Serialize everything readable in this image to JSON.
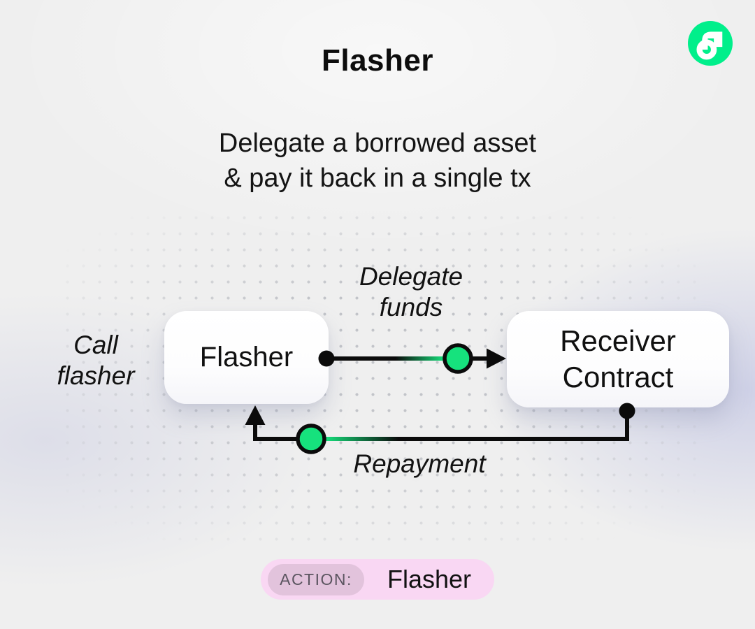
{
  "header": {
    "title": "Flasher",
    "subtitle": "Delegate a borrowed asset\n& pay it back in a single tx"
  },
  "logo": {
    "name": "flow-logo",
    "bg_color": "#00ef8b",
    "glyph_color": "#ffffff"
  },
  "diagram": {
    "flasher_box": {
      "label": "Flasher"
    },
    "receiver_box": {
      "label": "Receiver\nContract"
    },
    "edge_call": {
      "label": "Call\nflasher"
    },
    "edge_delegate": {
      "label": "Delegate\nfunds"
    },
    "edge_repayment": {
      "label": "Repayment"
    },
    "node_green": "#16e27d",
    "line_color": "#0b0b0b",
    "dot_color": "#c2c4c9"
  },
  "footer": {
    "action_label": "ACTION:",
    "action_value": "Flasher",
    "pill_color": "#f9d7f3",
    "chip_color": "#e2c3dc"
  }
}
